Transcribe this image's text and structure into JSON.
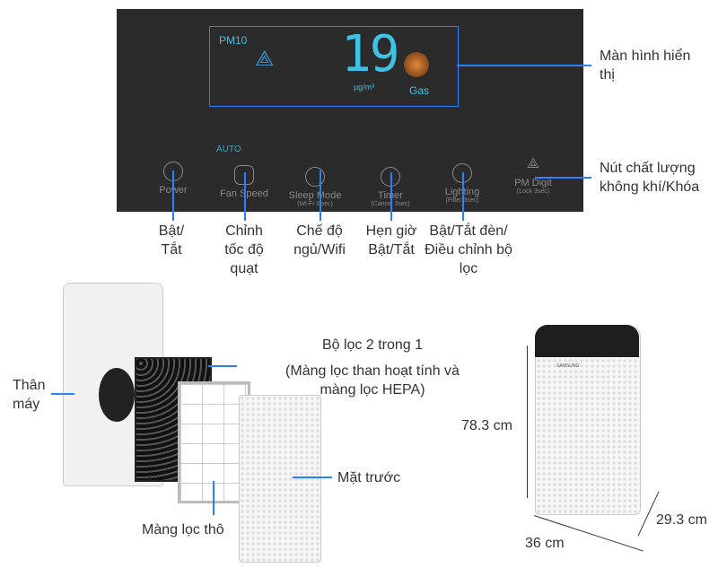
{
  "panel": {
    "display": {
      "pm_label": "PM10",
      "value": "19",
      "unit": "µg/m³",
      "gas_label": "Gas"
    },
    "auto_label": "AUTO",
    "buttons": [
      {
        "label": "Power",
        "sub": ""
      },
      {
        "label": "Fan Speed",
        "sub": ""
      },
      {
        "label": "Sleep Mode",
        "sub": "(Wi-Fi 3 sec)"
      },
      {
        "label": "Timer",
        "sub": "(Cancel 3sec)"
      },
      {
        "label": "Lighting",
        "sub": "(Filter 3sec)"
      },
      {
        "label": "PM Digit",
        "sub": "(Lock 3sec)"
      }
    ]
  },
  "callouts": {
    "display": "Màn hình hiển thị",
    "pm_lock": "Nút chất lượng không khí/Khóa",
    "power": "Bật/ Tắt",
    "fan": "Chỉnh tốc độ quạt",
    "sleep": "Chế độ ngủ/Wifi",
    "timer": "Hẹn giờ Bật/Tắt",
    "lighting": "Bật/Tắt đèn/ Điều chỉnh bộ lọc"
  },
  "parts": {
    "filter_title": "Bộ lọc 2 trong 1",
    "filter_desc": "(Màng lọc than hoạt tính và màng lọc HEPA)",
    "body": "Thân máy",
    "front": "Mặt trước",
    "prefilter": "Màng lọc thô",
    "brand": "SAMSUNG"
  },
  "dimensions": {
    "height": "78.3 cm",
    "depth": "29.3 cm",
    "width": "36 cm"
  },
  "colors": {
    "accent": "#2a7fff",
    "display": "#3ec3e6",
    "gas": "#e08a3a"
  }
}
